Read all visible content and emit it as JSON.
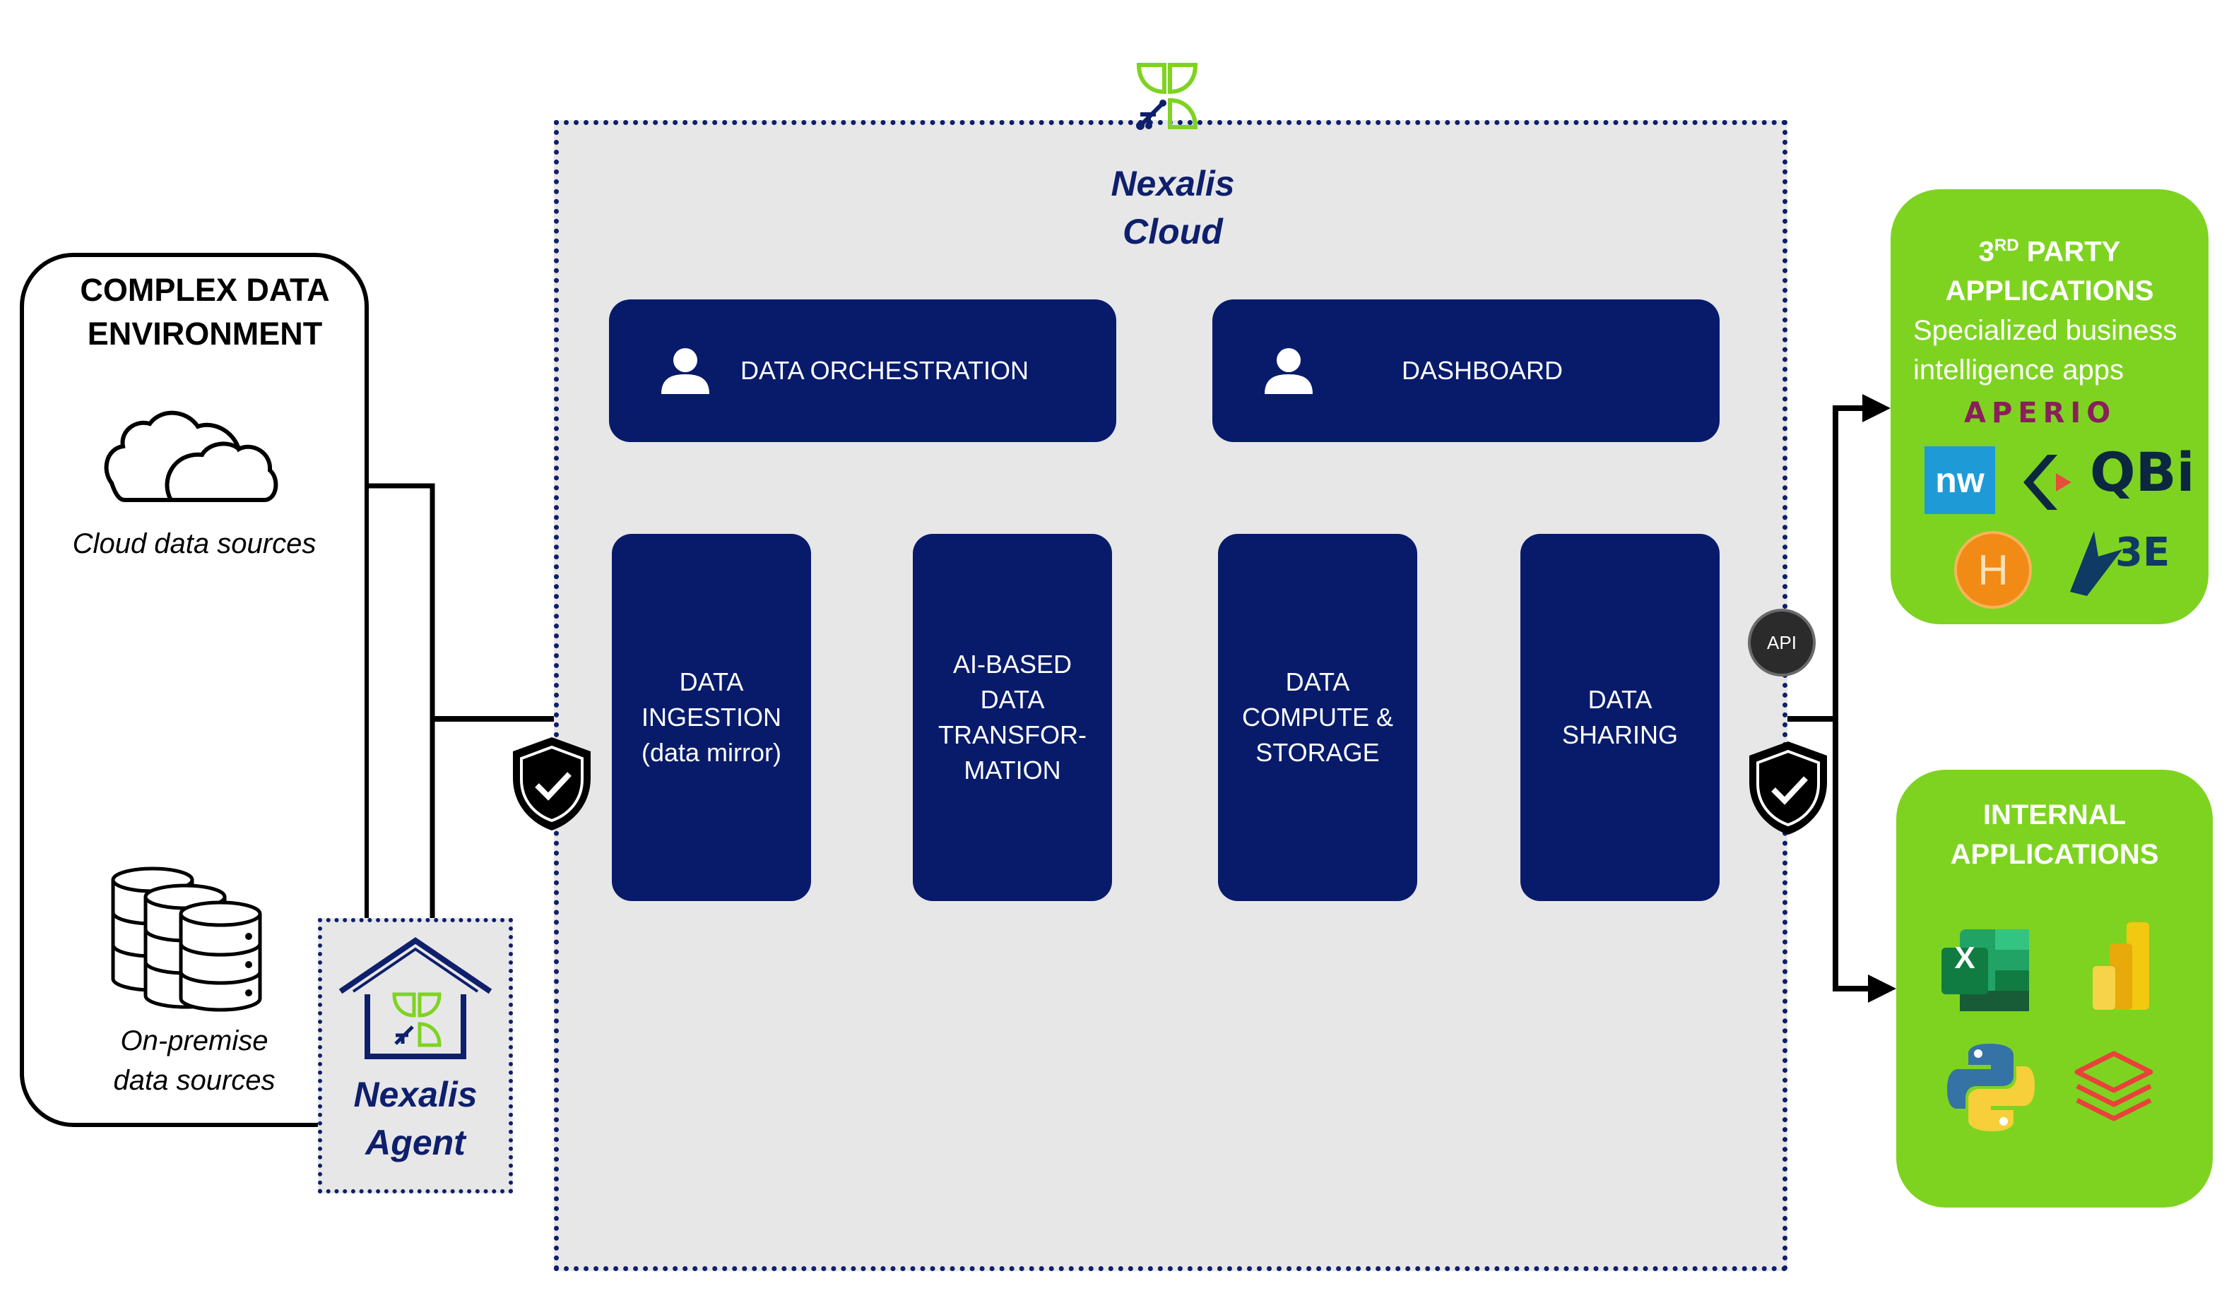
{
  "environment": {
    "title_line1": "COMPLEX DATA",
    "title_line2": "ENVIRONMENT",
    "cloud_caption": "Cloud data sources",
    "onprem_caption_line1": "On-premise",
    "onprem_caption_line2": "data sources"
  },
  "agent": {
    "line1": "Nexalis",
    "line2": "Agent"
  },
  "cloud": {
    "line1": "Nexalis",
    "line2": "Cloud"
  },
  "boxes": {
    "orchestration": "DATA ORCHESTRATION",
    "dashboard": "DASHBOARD",
    "ingestion": [
      "DATA",
      "INGESTION",
      "(data mirror)"
    ],
    "transformation": [
      "AI-BASED",
      "DATA",
      "TRANSFOR-",
      "MATION"
    ],
    "compute": [
      "DATA",
      "COMPUTE &",
      "STORAGE"
    ],
    "sharing": [
      "DATA",
      "SHARING"
    ]
  },
  "api_label": "API",
  "third_party": {
    "title_prefix": "3",
    "title_sup": "RD",
    "title_suffix": " PARTY",
    "title_line2": "APPLICATIONS",
    "sub_line1": "Specialized business",
    "sub_line2": "intelligence apps",
    "logos": [
      "APERIO",
      "nw",
      "QBi",
      "H",
      "3E"
    ]
  },
  "internal": {
    "title_line1": "INTERNAL",
    "title_line2": "APPLICATIONS",
    "logos": [
      "X"
    ]
  },
  "colors": {
    "navy": "#081b6b",
    "brand_text": "#0e1f6b",
    "green_panel": "#7ed321",
    "cloud_bg": "#e7e7e8",
    "leaf_green": "#7ed321"
  },
  "icons": [
    "cloud-icon",
    "database-icon",
    "person-icon",
    "shield-check-icon",
    "leaf-logo-icon",
    "house-icon"
  ]
}
